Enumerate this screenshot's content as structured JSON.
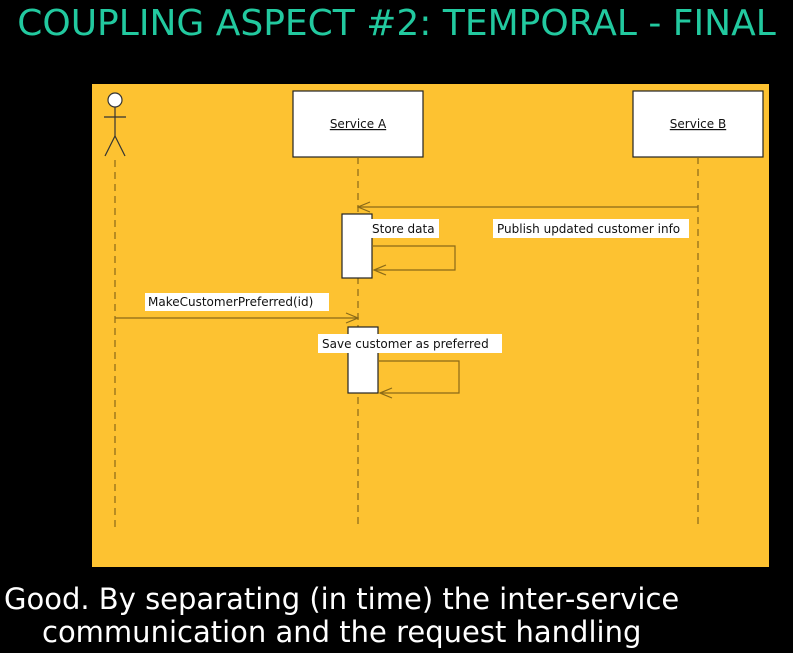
{
  "title": "COUPLING ASPECT #2: TEMPORAL - FINAL",
  "diagram": {
    "participants": [
      {
        "label": "Service A"
      },
      {
        "label": "Service B"
      }
    ],
    "messages": [
      {
        "label": "Publish updated customer info"
      },
      {
        "label": "Store data"
      },
      {
        "label": "MakeCustomerPreferred(id)"
      },
      {
        "label": "Save customer as preferred"
      }
    ]
  },
  "caption": {
    "line1": "Good. By separating (in time) the inter-service",
    "line2": "communication and the request handling"
  },
  "colors": {
    "background": "#000000",
    "title": "#22c99f",
    "diagram_background": "#fdc231",
    "caption": "#ffffff",
    "line": "#8a6a18"
  }
}
